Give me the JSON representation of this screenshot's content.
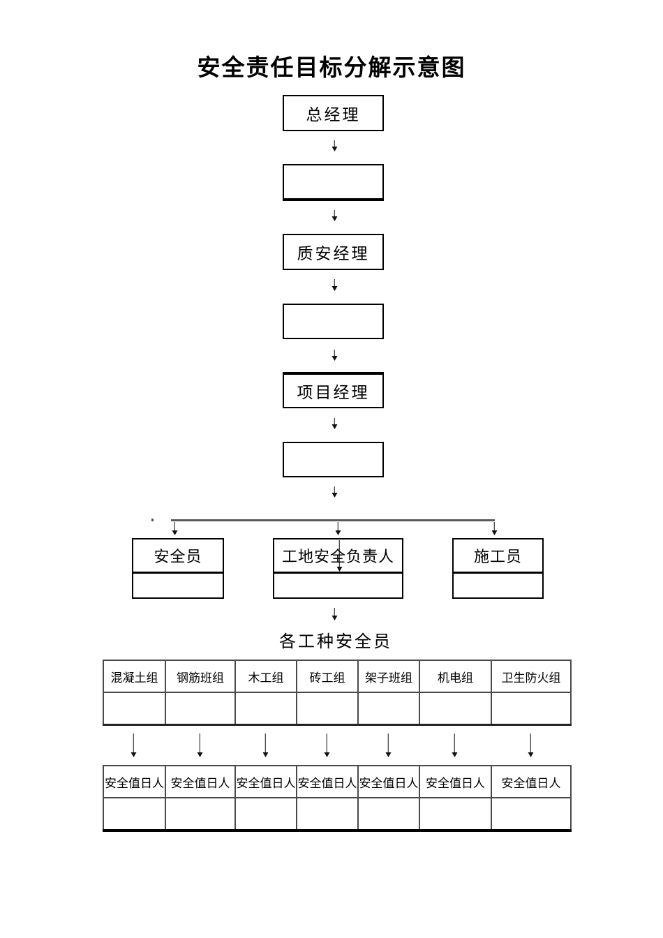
{
  "title": "安全责任目标分解示意图",
  "chain": {
    "boxes": [
      {
        "label": "总经理"
      },
      {
        "label": ""
      },
      {
        "label": "质安经理"
      },
      {
        "label": ""
      },
      {
        "label": "项目经理"
      },
      {
        "label": ""
      }
    ]
  },
  "branch": {
    "boxes": [
      {
        "label": "安全员"
      },
      {
        "label": "工地安全负责人"
      },
      {
        "label": "施工员"
      }
    ]
  },
  "section_label": "各工种安全员",
  "workgroups_table": {
    "headers": [
      "混凝土组",
      "钢筋班组",
      "木工组",
      "砖工组",
      "架子班组",
      "机电组",
      "卫生防火组"
    ],
    "row2": [
      "",
      "",
      "",
      "",
      "",
      "",
      ""
    ]
  },
  "duty_table": {
    "headers": [
      "安全值日人",
      "安全值日人",
      "安全值日人",
      "安全值日人",
      "安全值日人",
      "安全值日人",
      "安全值日人"
    ],
    "row2": [
      "",
      "",
      "",
      "",
      "",
      "",
      ""
    ]
  },
  "colors": {
    "text": "#000000",
    "box_border": "#000000",
    "grid_border": "#4a4a4a",
    "branch_line": "#595959"
  }
}
